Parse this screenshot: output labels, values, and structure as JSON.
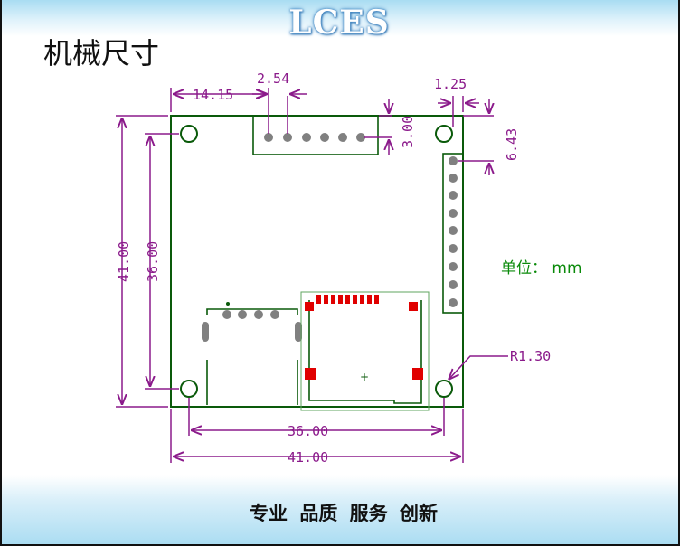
{
  "header": {
    "logo": "LCES",
    "title": "机械尺寸"
  },
  "footer": {
    "slogan": "专业  品质  服务 创新"
  },
  "dimensions": {
    "d_14_15": "14.15",
    "d_2_54": "2.54",
    "d_3_00": "3.00",
    "d_1_25": "1.25",
    "d_6_43": "6.43",
    "d_41_00_v": "41.00",
    "d_36_00_v": "36.00",
    "d_36_00_h": "36.00",
    "d_41_00_h": "41.00",
    "r_1_30": "R1.30"
  },
  "unit_label": "单位： mm",
  "colors": {
    "board": "#0a5a0a",
    "dimension": "#8b1a8b",
    "pin": "#808080",
    "sd_pad": "#e00000",
    "unit": "#0a8a0a",
    "band": "#a9dcf2"
  }
}
